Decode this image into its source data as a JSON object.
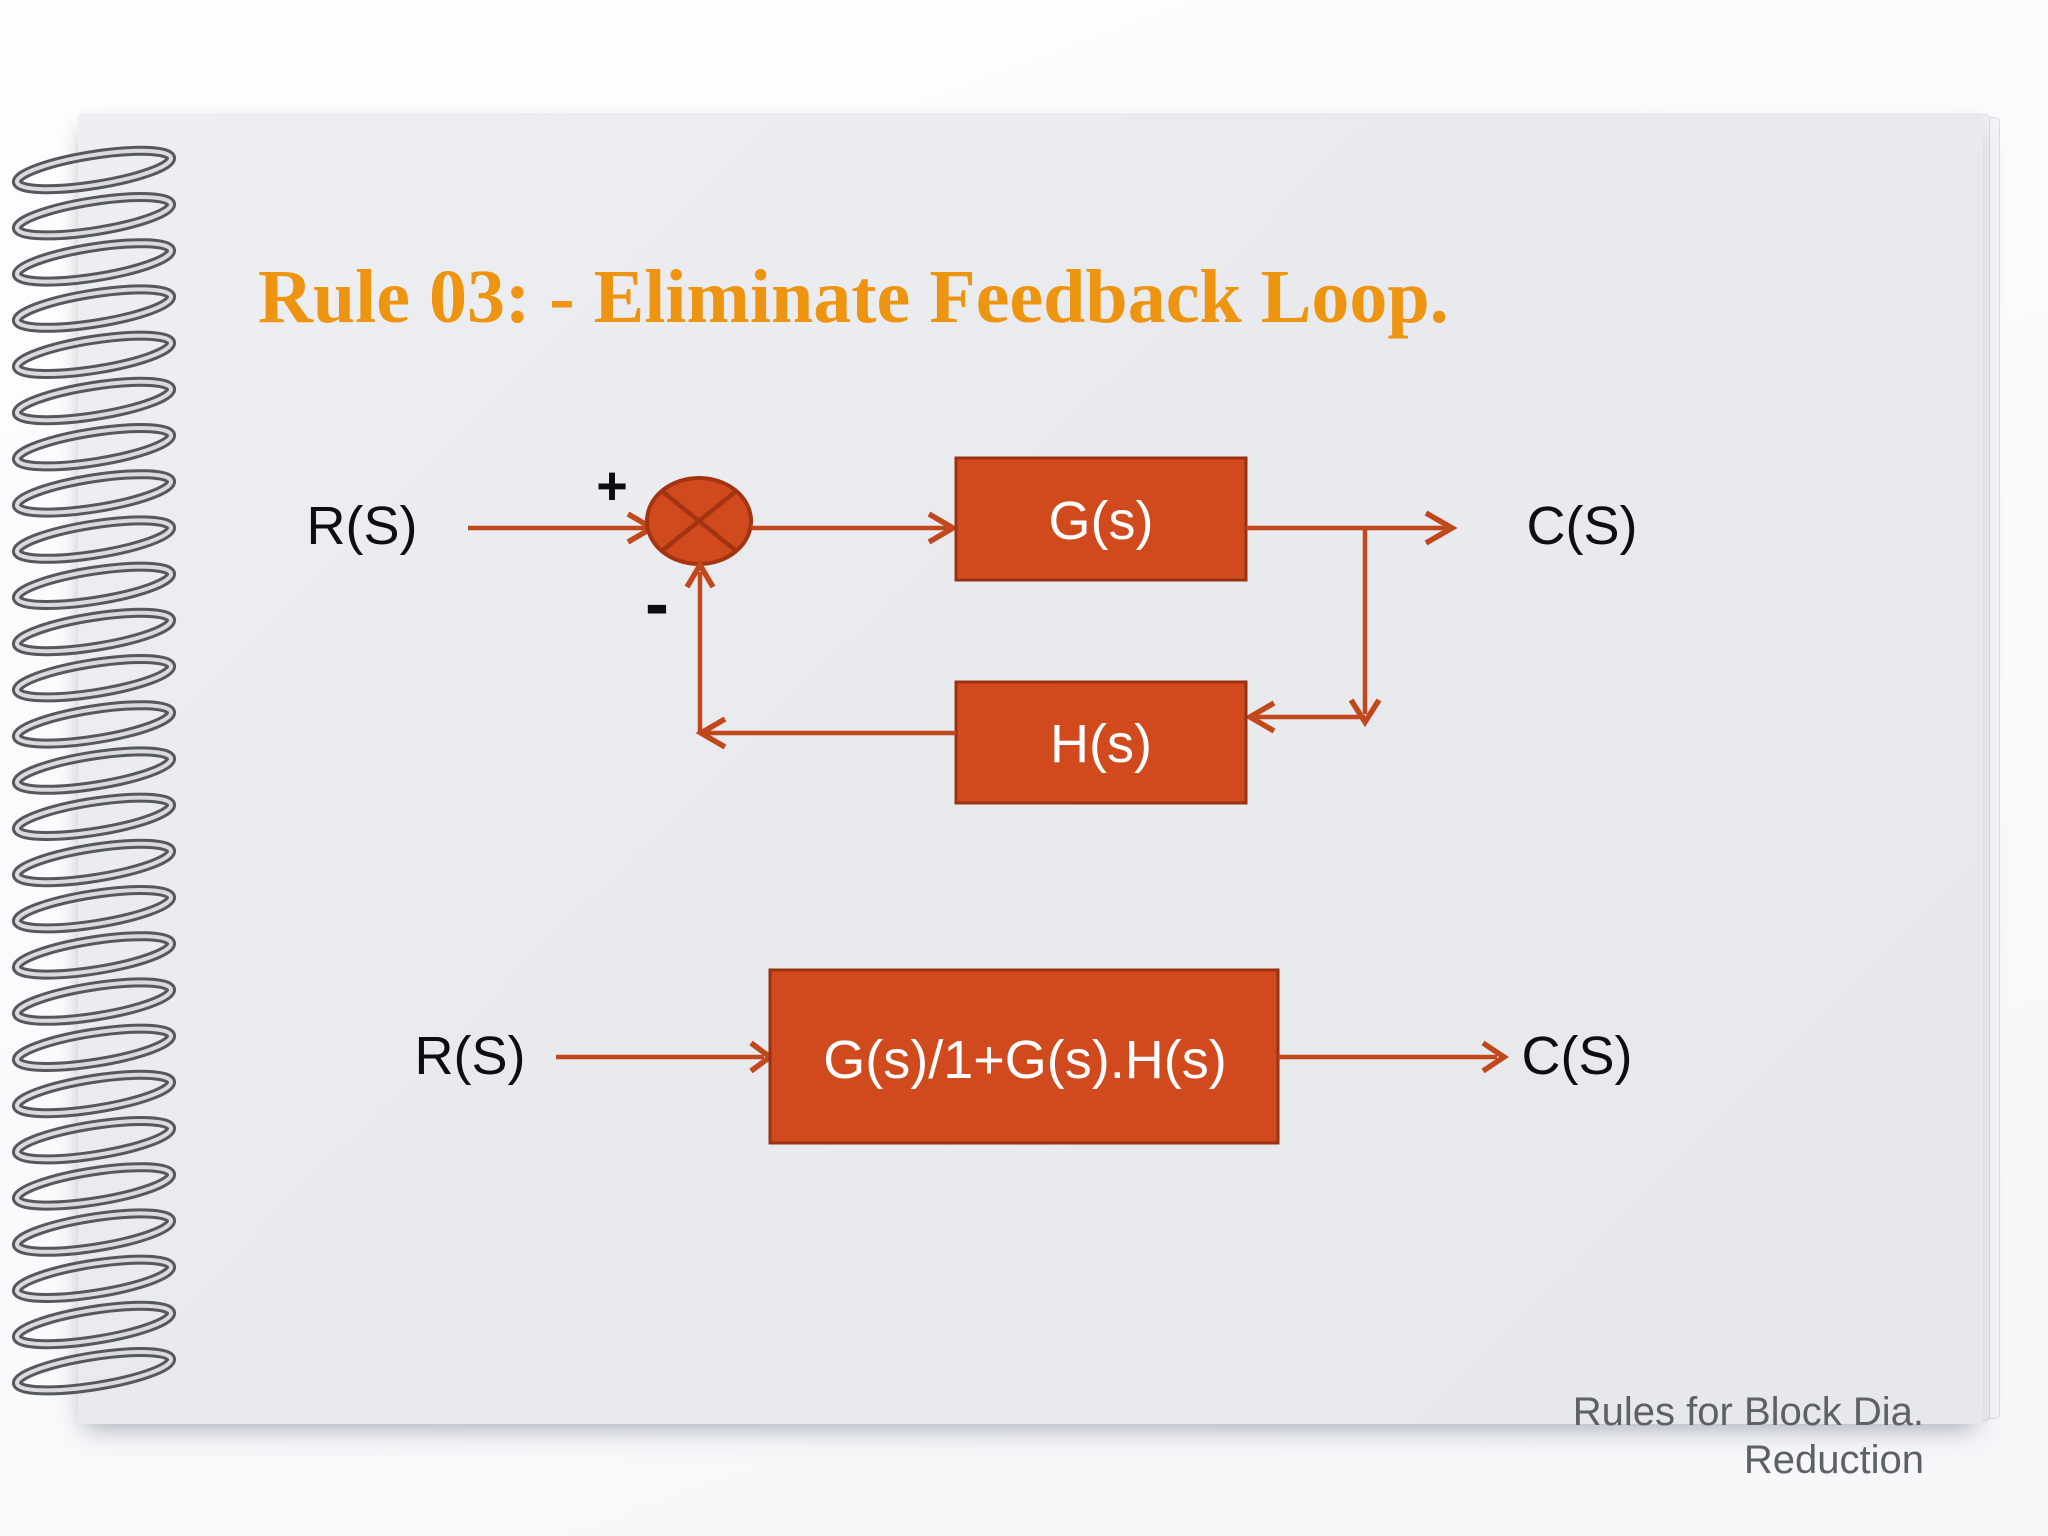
{
  "slide": {
    "title": "Rule 03: - Eliminate Feedback Loop.",
    "footer": {
      "line1": "Rules for Block Dia.",
      "line2": "Reduction"
    }
  },
  "top_diagram": {
    "input_label": "R(S)",
    "plus_label": "+",
    "minus_label": "-",
    "forward_block_label": "G(s)",
    "feedback_block_label": "H(s)",
    "output_label": "C(S)"
  },
  "bottom_diagram": {
    "input_label": "R(S)",
    "block_label": "G(s)/1+G(s).H(s)",
    "output_label": "C(S)"
  },
  "colors": {
    "title": "#ED9411",
    "block_fill": "#D14A1D",
    "block_border": "#9A3110",
    "arrow": "#C0481C",
    "junction_stroke": "#A23412",
    "label_text": "#0E0E10",
    "block_text": "#FFFFFF",
    "footer_text": "#5B6166",
    "page_bg": "#E9EAEE"
  }
}
